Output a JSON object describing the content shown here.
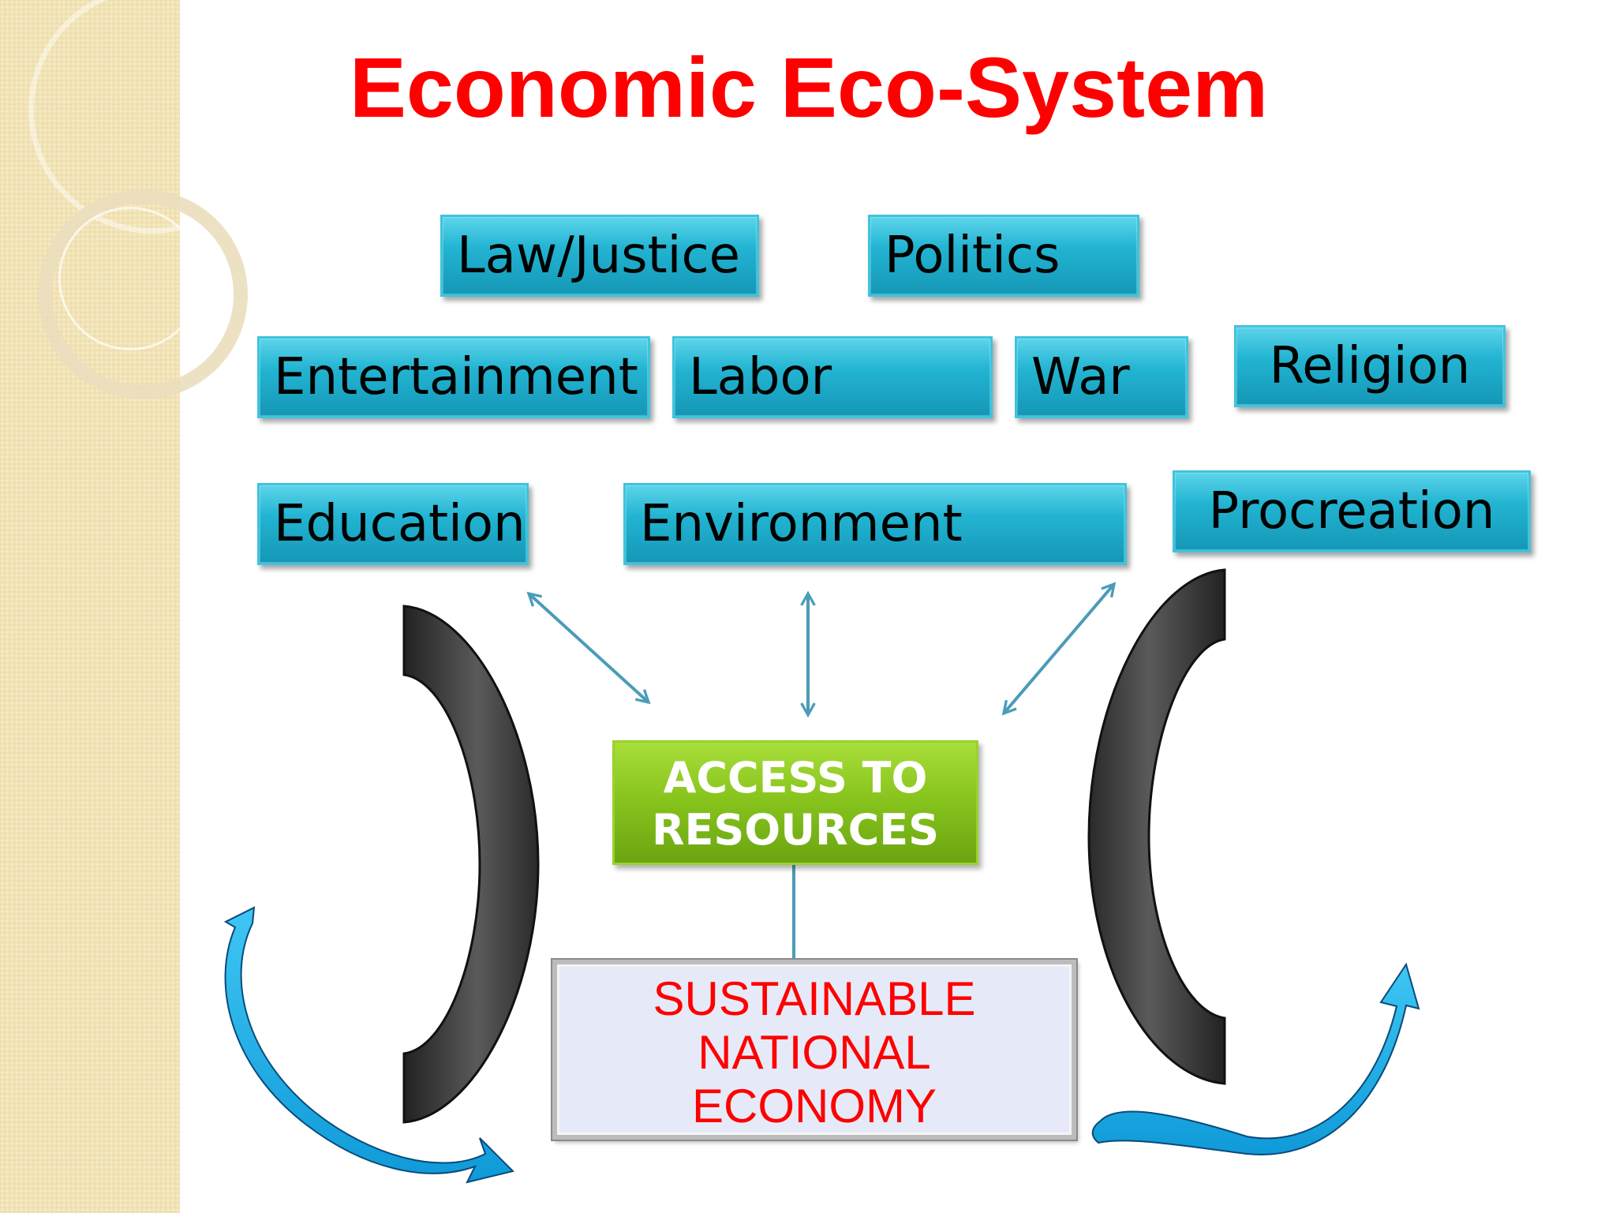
{
  "title": "Economic Eco-System",
  "factors": {
    "law_justice": "Law/Justice",
    "politics": "Politics",
    "entertainment": "Entertainment",
    "labor": "Labor",
    "war": "War",
    "religion": "Religion",
    "education": "Education",
    "environment": "Environment",
    "procreation": "Procreation"
  },
  "access": {
    "line1": "ACCESS TO",
    "line2": "RESOURCES"
  },
  "outcome": {
    "line1": "SUSTAINABLE",
    "line2": "NATIONAL",
    "line3": "ECONOMY"
  },
  "colors": {
    "title": "#ff0000",
    "factor_box": "#22b4d2",
    "access_box": "#86c21c",
    "outcome_box": "#e6eaf8",
    "outcome_text": "#ff0000",
    "connector": "#4a9cb8",
    "bracket": "#4a4a4a",
    "curved_arrow": "#1aaee6",
    "sidebar": "#f2e3b6"
  }
}
